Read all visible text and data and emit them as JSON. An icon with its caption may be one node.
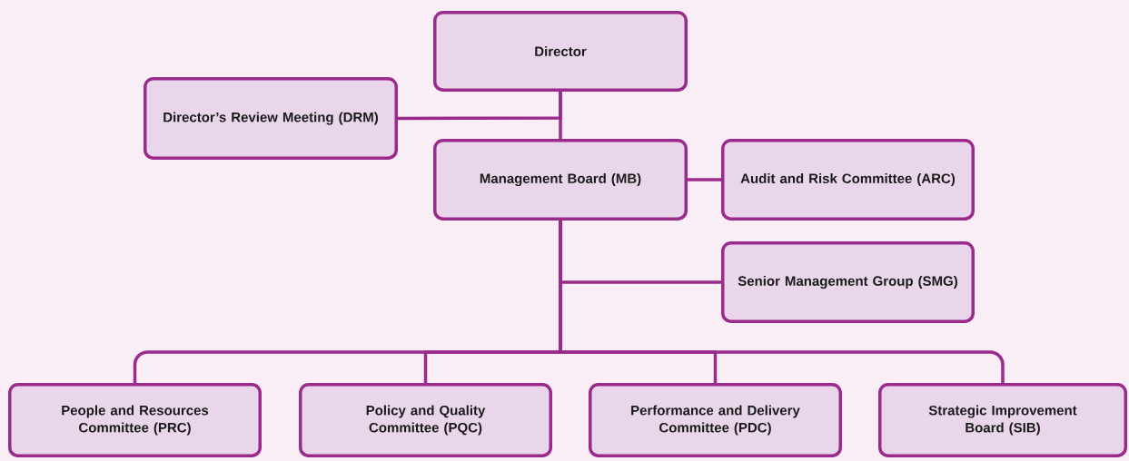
{
  "diagram": {
    "nodes": [
      {
        "text": [
          "Director"
        ]
      },
      {
        "text": [
          "Director’s Review Meeting (DRM)"
        ]
      },
      {
        "text": [
          "Management Board (MB)"
        ]
      },
      {
        "text": [
          "Audit and Risk Committee (ARC)"
        ]
      },
      {
        "text": [
          "Senior Management Group (SMG)"
        ]
      },
      {
        "text": [
          "People and Resources Committee (PRC)"
        ]
      },
      {
        "text": [
          "Policy and Quality Committee (PQC)"
        ]
      },
      {
        "text": [
          "Performance and Delivery Committee (PDC)"
        ]
      },
      {
        "text": [
          "Strategic Improvement Board (SIB)"
        ]
      }
    ],
    "edges": [
      {
        "from": 0,
        "to": 2,
        "arrow": "none"
      },
      {
        "from": 0,
        "to": 1,
        "arrow": "none"
      },
      {
        "from": 2,
        "to": 3,
        "arrow": "none"
      },
      {
        "from": 2,
        "to": 4,
        "arrow": "none"
      },
      {
        "from": 2,
        "to": 5,
        "arrow": "none"
      },
      {
        "from": 2,
        "to": 6,
        "arrow": "none"
      },
      {
        "from": 2,
        "to": 7,
        "arrow": "none"
      },
      {
        "from": 2,
        "to": 8,
        "arrow": "none"
      }
    ]
  }
}
